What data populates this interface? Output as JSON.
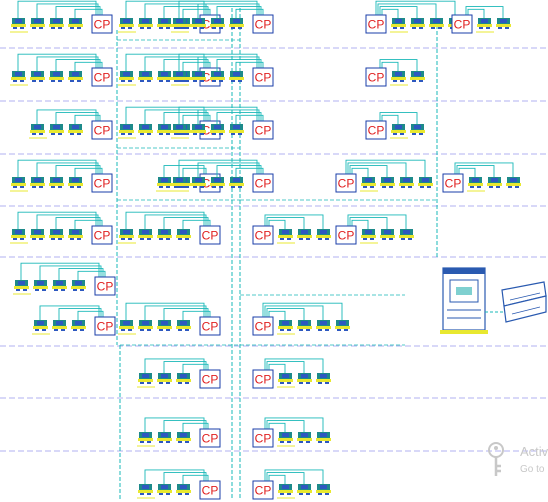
{
  "diagram": {
    "panel_label": "CP",
    "colors": {
      "background": "#ffffff",
      "floor_line": "#b0b0f0",
      "wire": "#19b8b8",
      "device_body": "#1d8a8a",
      "device_screen": "#2d58c0",
      "device_base": "#e8e830",
      "panel_border": "#1a3ea8",
      "panel_text": "#e02020",
      "annotation": "#e8e830"
    },
    "icons": [
      "workstation-icon",
      "control-panel-icon",
      "server-cabinet-icon",
      "printer-icon",
      "key-icon"
    ]
  },
  "watermark": {
    "title": "Activ",
    "subtitle": "Go to"
  }
}
